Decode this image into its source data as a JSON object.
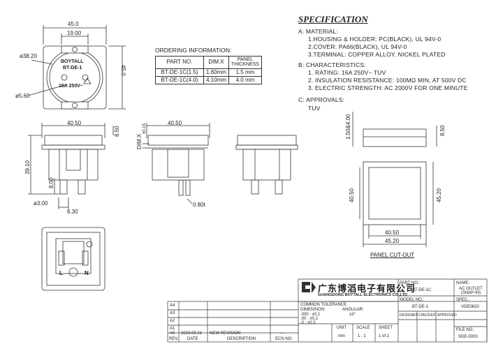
{
  "front_view": {
    "dim_width": "45.0",
    "dim_inner": "19.00",
    "dim_height": "45.0",
    "dim_circle": "ø38.20",
    "dim_hole": "ø5.60",
    "brand": "BOYTALL",
    "model_mark": "BT-DE-1",
    "rating_mark": "16A 250V~"
  },
  "side_views": {
    "left_width": "40.50",
    "left_top": "8.50",
    "left_height": "39.10",
    "left_pin": "8.00",
    "left_pin_dia": "ø3.00",
    "left_pin_pitch": "6.30",
    "mid_width": "40.50",
    "mid_dim": "DIM.X",
    "mid_tol": "±0.15",
    "mid_pin": "0.80t"
  },
  "ordering": {
    "title": "ORDERING INFORMATION:",
    "headers": [
      "PART NO.",
      "DIM.X",
      "PANEL THICKNESS"
    ],
    "rows": [
      [
        "BT-DE-1C(1.5)",
        "1.60mm",
        "1.5 mm"
      ],
      [
        "BT-DE-1C(4.0)",
        "4.10mm",
        "4.0 mm"
      ]
    ]
  },
  "specification": {
    "title": "SPECIFICATION",
    "material_head": "A:  MATERIAL:",
    "material": [
      "1.HOUSING & HOLDER: PC(BLACK), UL 94V-0",
      "2.COVER: PA66(BLACK), UL 94V-0",
      "3.TERMINAL: COPPER ALLOY, NICKEL PLATED"
    ],
    "char_head": "B:  CHARACTERISTICS:",
    "characteristics": [
      "1. RATING: 16A 250V~ TUV",
      "2. INSULATION RESISTANCE: 100MΩ MIN, AT 500V DC",
      "3. ELECTRIC STRENGTH: AC 2000V FOR ONE MINUTE"
    ],
    "approvals_head": "C:  APPROVALS:",
    "approvals": "TUV"
  },
  "panel_cutout": {
    "top_dim": "1.50&4.00",
    "right_top": "8.50",
    "inner_h": "40.50",
    "outer_h": "45.20",
    "inner_w": "40.50",
    "outer_w": "45.20",
    "label": "PANEL CUT-OUT"
  },
  "bottom_view": {
    "label_l": "L",
    "label_n": "N"
  },
  "title_block": {
    "company_cn": "广东博滔电子有限公司",
    "company_en": "GUANGDONG BOYTALL ELECTRONICS CO.,LTD",
    "revisions": [
      "A4",
      "A3",
      "A2",
      "A1"
    ],
    "rev_a0": "A0",
    "rev_a0_date": "2023.03.21",
    "rev_a0_desc": "NEW REVISION",
    "rev_a0_dash": "----",
    "rev_col": "REV.",
    "date_col": "DATE",
    "desc_col": "DESCRIPTION",
    "ecn_col": "ECN NO.",
    "tol_title": "COMMON TOLERANCE",
    "dimension": "DIMENSION:",
    "angular": "ANGULAR:",
    "angular_val": "±3°",
    "tol_rows": [
      ".000  :  ±0.1",
      ".00   :  ±0.2",
      ".0    :  ±0.3"
    ],
    "unit_label": "UNIT",
    "unit_val": "mm",
    "scale_label": "SCALE",
    "scale_val": "1 : 1",
    "sheet_label": "SHEET",
    "sheet_val": "1 of 1",
    "part_no_label": "PART NO.:",
    "part_no": "BT-DE-1C",
    "model_no_label": "MODEL NO.:",
    "model_no": "BT-DE-1",
    "name_label": "NAME:",
    "name_val": "AC OUTLET (SNAP-IN)",
    "spec_label": "SPEC.:",
    "spec_val": "VDE0620",
    "designer": "DESIGNER",
    "checked": "CHECKED",
    "approved": "APPROVED",
    "file_label": "FILE NO.:",
    "file_no": "SDE-0003"
  }
}
